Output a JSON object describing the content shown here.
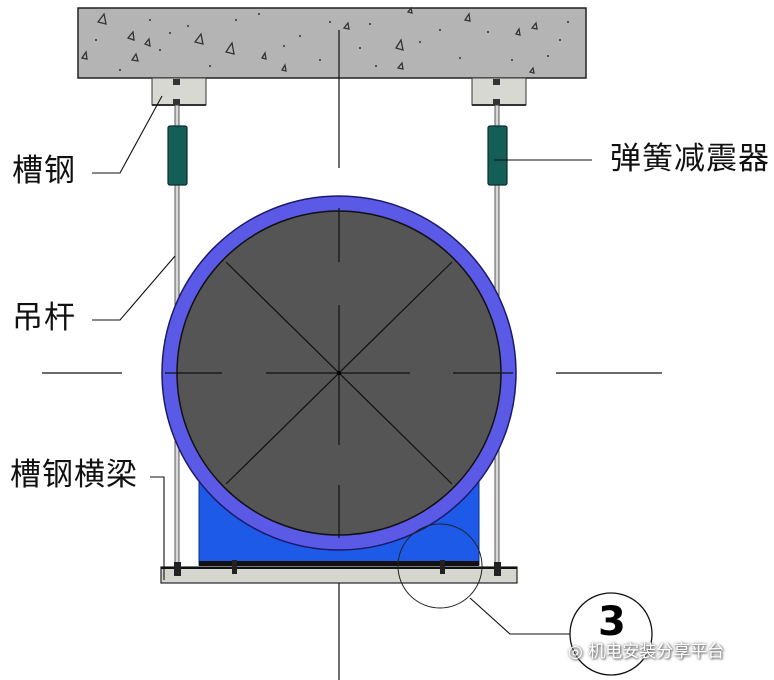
{
  "labels": {
    "channel_steel": "槽钢",
    "spring_damper": "弹簧减震器",
    "hanger_rod": "吊杆",
    "channel_beam": "槽钢横梁"
  },
  "detail_callout": {
    "number": "3"
  },
  "watermark": {
    "text": "机电安装分享平台"
  },
  "colors": {
    "concrete": "#b4b4b4",
    "bracket": "#d8d8d2",
    "damper": "#145e58",
    "duct_ring": "#5a5ae6",
    "duct_body": "#555555",
    "base": "#1e5ae8",
    "beam": "#d6d6d0"
  }
}
